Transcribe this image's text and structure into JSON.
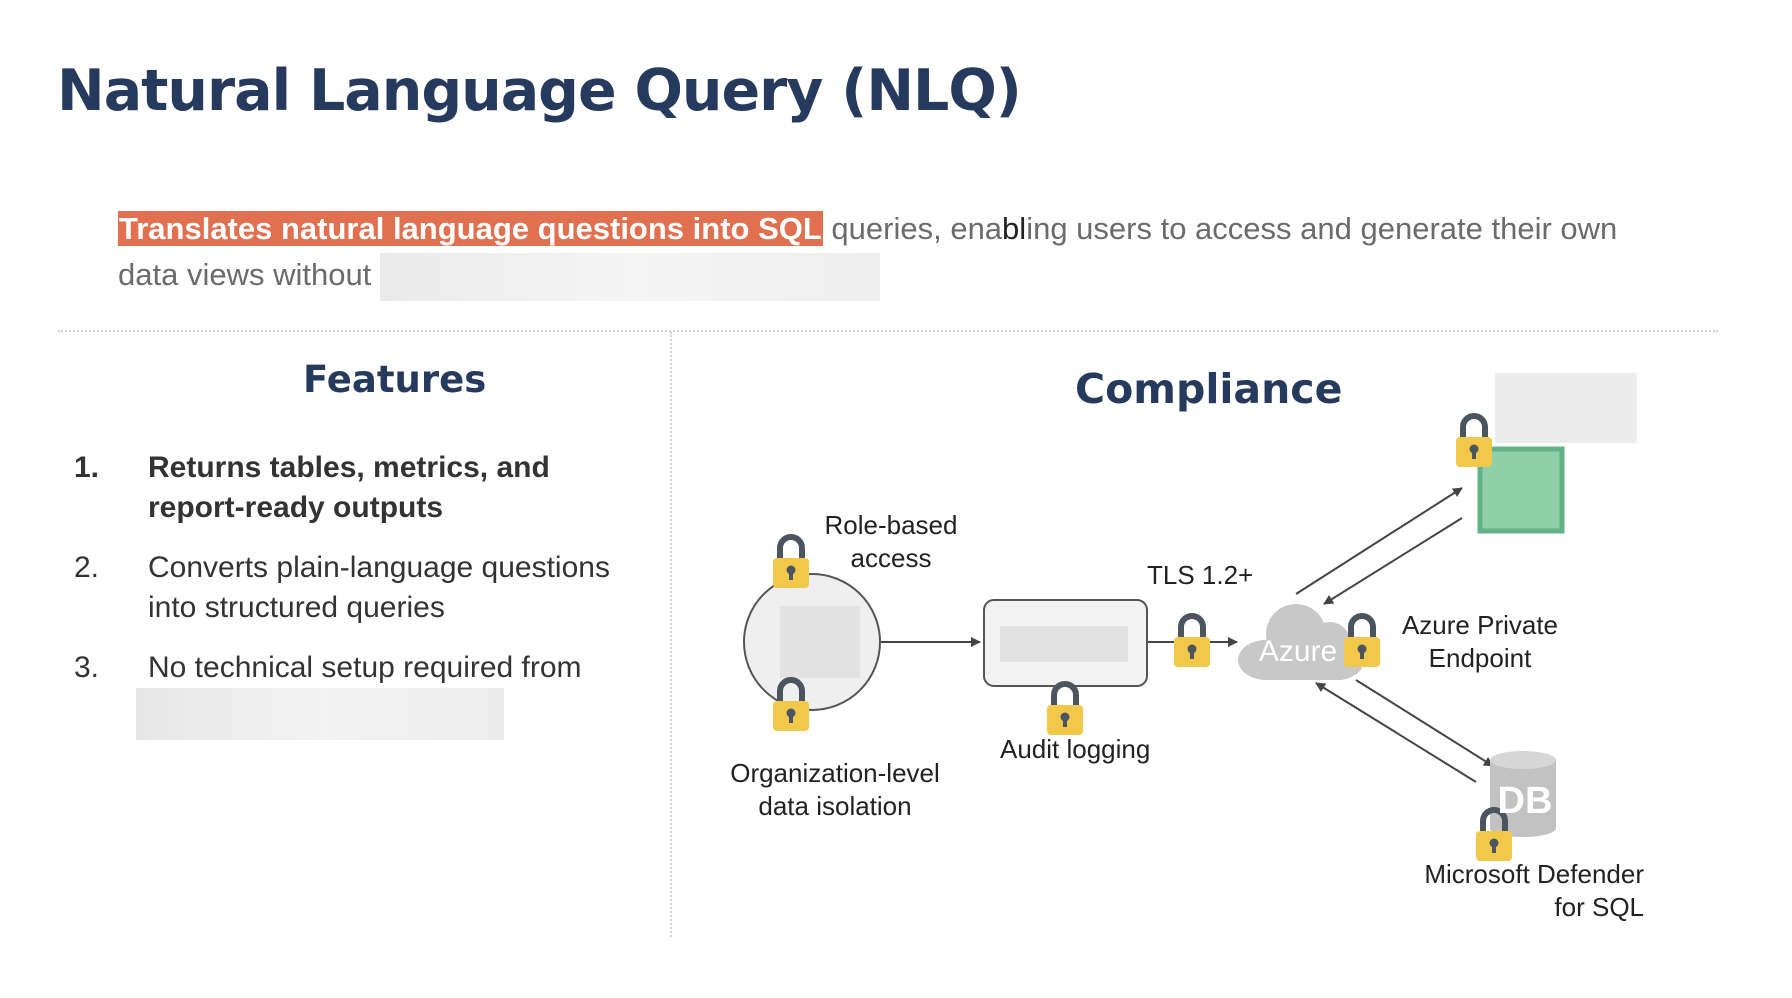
{
  "title": "Natural Language Query (NLQ)",
  "intro": {
    "highlight": "Translates natural language questions into SQL",
    "part1": " queries, ena",
    "part2": "bl",
    "part3": "ing users to access and generate their own data views without "
  },
  "features": {
    "heading": "Features",
    "items": [
      {
        "num": "1.",
        "text": "Returns tables, metrics, and report-ready outputs"
      },
      {
        "num": "2.",
        "text": "Converts plain-language questions into structured queries"
      },
      {
        "num": "3.",
        "text": "No technical setup required from"
      }
    ]
  },
  "compliance": {
    "heading": "Compliance",
    "role_label": "Role-based access",
    "org_label": "Organization-level data isolation",
    "audit_label": "Audit logging",
    "tls_label": "TLS 1.2+",
    "azure_text": "Azure",
    "endpoint_label": "Azure Private Endpoint",
    "db_text": "DB",
    "defender_label": "Microsoft Defender for SQL"
  },
  "colors": {
    "title": "#263a5e",
    "highlight": "#e07050",
    "lock_body": "#f2c84b",
    "lock_shackle": "#4a5560",
    "endpoint_square": "#6dbf92",
    "cloud": "#c8c8c8"
  }
}
